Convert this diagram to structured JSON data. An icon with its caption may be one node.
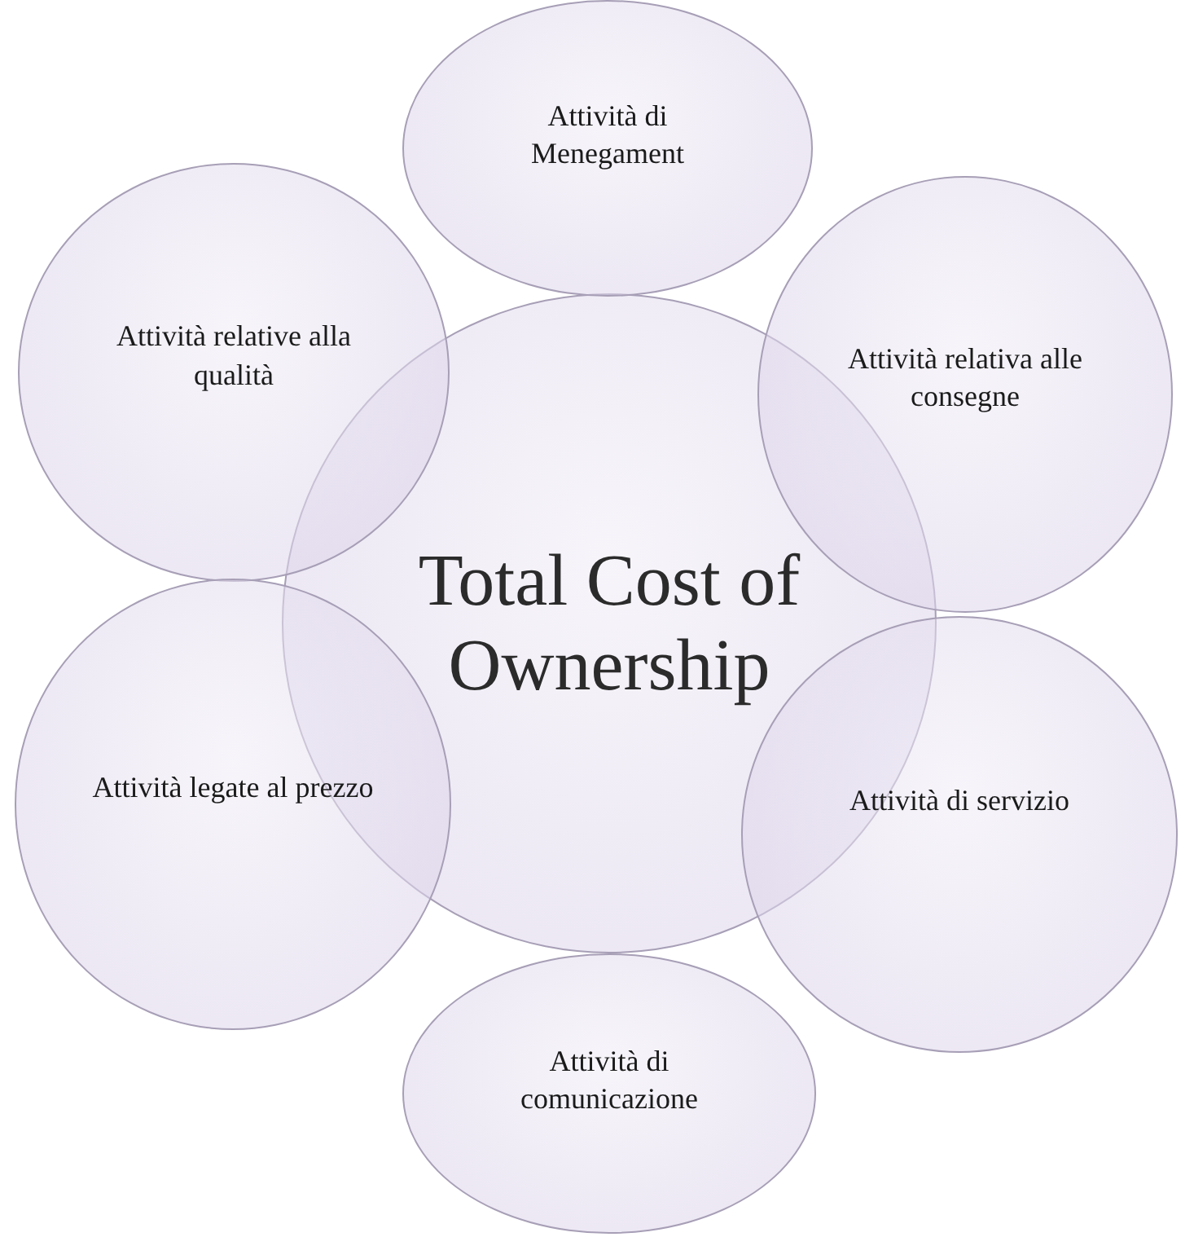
{
  "diagram": {
    "nodes": [
      {
        "text": [
          "Total Cost of Ownership"
        ]
      },
      {
        "text": [
          "Attività di Menegament"
        ]
      },
      {
        "text": [
          "Attività relative alla qualità"
        ]
      },
      {
        "text": [
          "Attività relativa alle consegne"
        ]
      },
      {
        "text": [
          "Attività legate al prezzo"
        ]
      },
      {
        "text": [
          "Attività di servizio"
        ]
      },
      {
        "text": [
          "Attività di comunicazione"
        ]
      }
    ]
  }
}
